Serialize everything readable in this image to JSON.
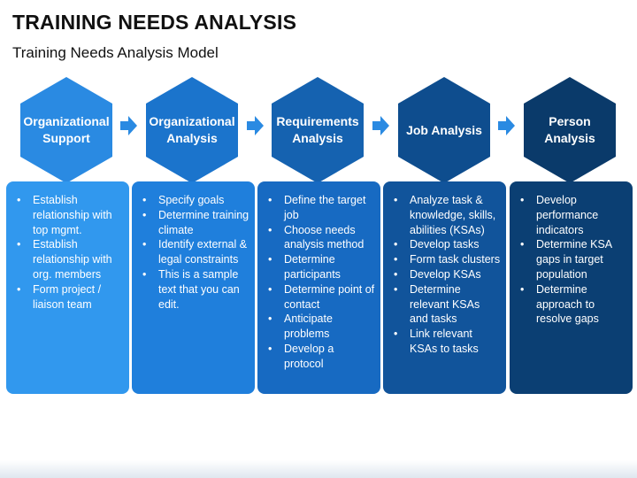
{
  "title": "TRAINING NEEDS ANALYSIS",
  "subtitle": "Training Needs Analysis Model",
  "steps": [
    {
      "label": "Organizational\nSupport",
      "hex_color": "#2a8ae2",
      "card_color": "#3198ee",
      "items": [
        "Establish relationship with top mgmt.",
        "Establish relationship with org. members",
        "Form project / liaison team"
      ]
    },
    {
      "label": "Organizational\nAnalysis",
      "hex_color": "#1b74cc",
      "card_color": "#1f7fdc",
      "items": [
        "Specify goals",
        "Determine training climate",
        "Identify external & legal constraints",
        "This is a sample text that you can edit."
      ]
    },
    {
      "label": "Requirements\nAnalysis",
      "hex_color": "#1562b0",
      "card_color": "#176ac2",
      "items": [
        "Define the target job",
        "Choose needs analysis method",
        "Determine participants",
        "Determine point of contact",
        "Anticipate problems",
        "Develop a protocol"
      ]
    },
    {
      "label": "Job Analysis",
      "hex_color": "#0e4d8e",
      "card_color": "#11549b",
      "items": [
        "Analyze task & knowledge, skills, abilities (KSAs)",
        "Develop tasks",
        "Form task clusters",
        "Develop KSAs",
        "Determine relevant KSAs and tasks",
        "Link relevant KSAs to tasks"
      ]
    },
    {
      "label": "Person\nAnalysis",
      "hex_color": "#0a3a6a",
      "card_color": "#0b3f73",
      "items": [
        "Develop performance indicators",
        "Determine KSA gaps in target population",
        "Determine approach to resolve gaps"
      ]
    }
  ],
  "arrow_color": "#2a8ae2"
}
